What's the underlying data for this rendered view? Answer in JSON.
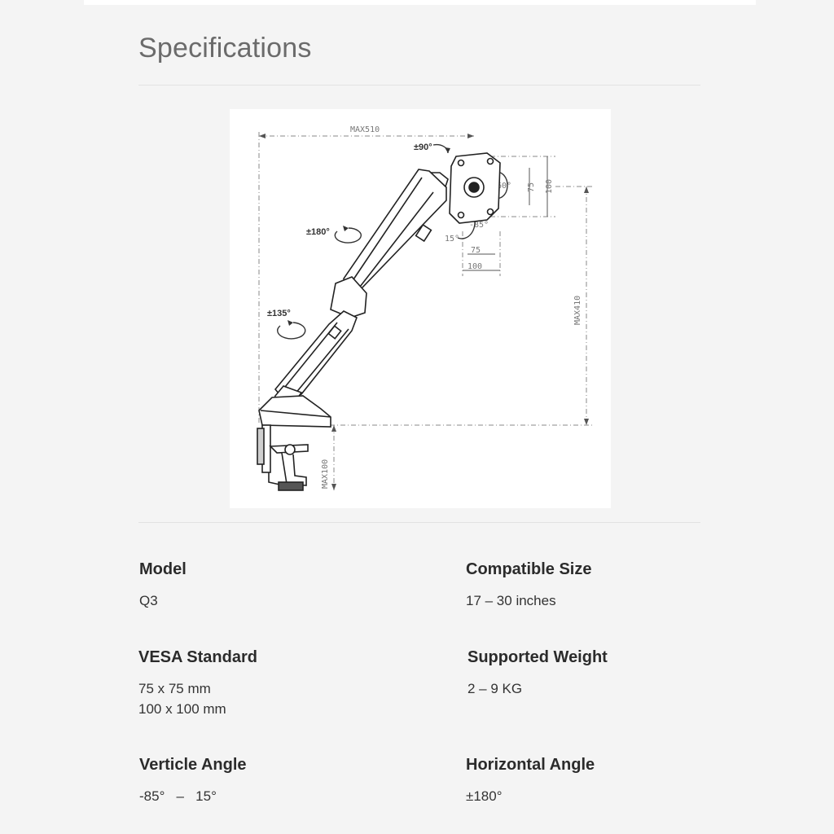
{
  "page": {
    "title": "Specifications"
  },
  "diagram": {
    "dimensions": {
      "max_reach": "MAX510",
      "max_height": "MAX410",
      "max_clamp": "MAX100",
      "vesa_small_h": "75",
      "vesa_large_h": "100",
      "vesa_small_w": "75",
      "vesa_large_w": "100"
    },
    "annotations": {
      "tilt_top": "±90°",
      "rotation": "360°",
      "tilt_down": "-85°",
      "tilt_up": "15°",
      "arm_swivel": "±180°",
      "base_swivel": "±135°"
    }
  },
  "specs": {
    "model": {
      "label": "Model",
      "value": "Q3"
    },
    "compatible_size": {
      "label": "Compatible Size",
      "value": "17 – 30 inches"
    },
    "vesa": {
      "label": "VESA Standard",
      "value": "75 x 75 mm\n100 x 100 mm"
    },
    "weight": {
      "label": "Supported Weight",
      "value": "2 – 9 KG"
    },
    "vertical_angle": {
      "label": "Verticle Angle",
      "value": "-85°   –   15°"
    },
    "horizontal_angle": {
      "label": "Horizontal Angle",
      "value": "±180°"
    }
  },
  "colors": {
    "background": "#f4f4f4",
    "figure_background": "#ffffff",
    "title": "#6b6b6b",
    "text": "#2b2b2b",
    "line_art": "#2a2a2a",
    "dimension_lines": "#8a8a8a"
  }
}
